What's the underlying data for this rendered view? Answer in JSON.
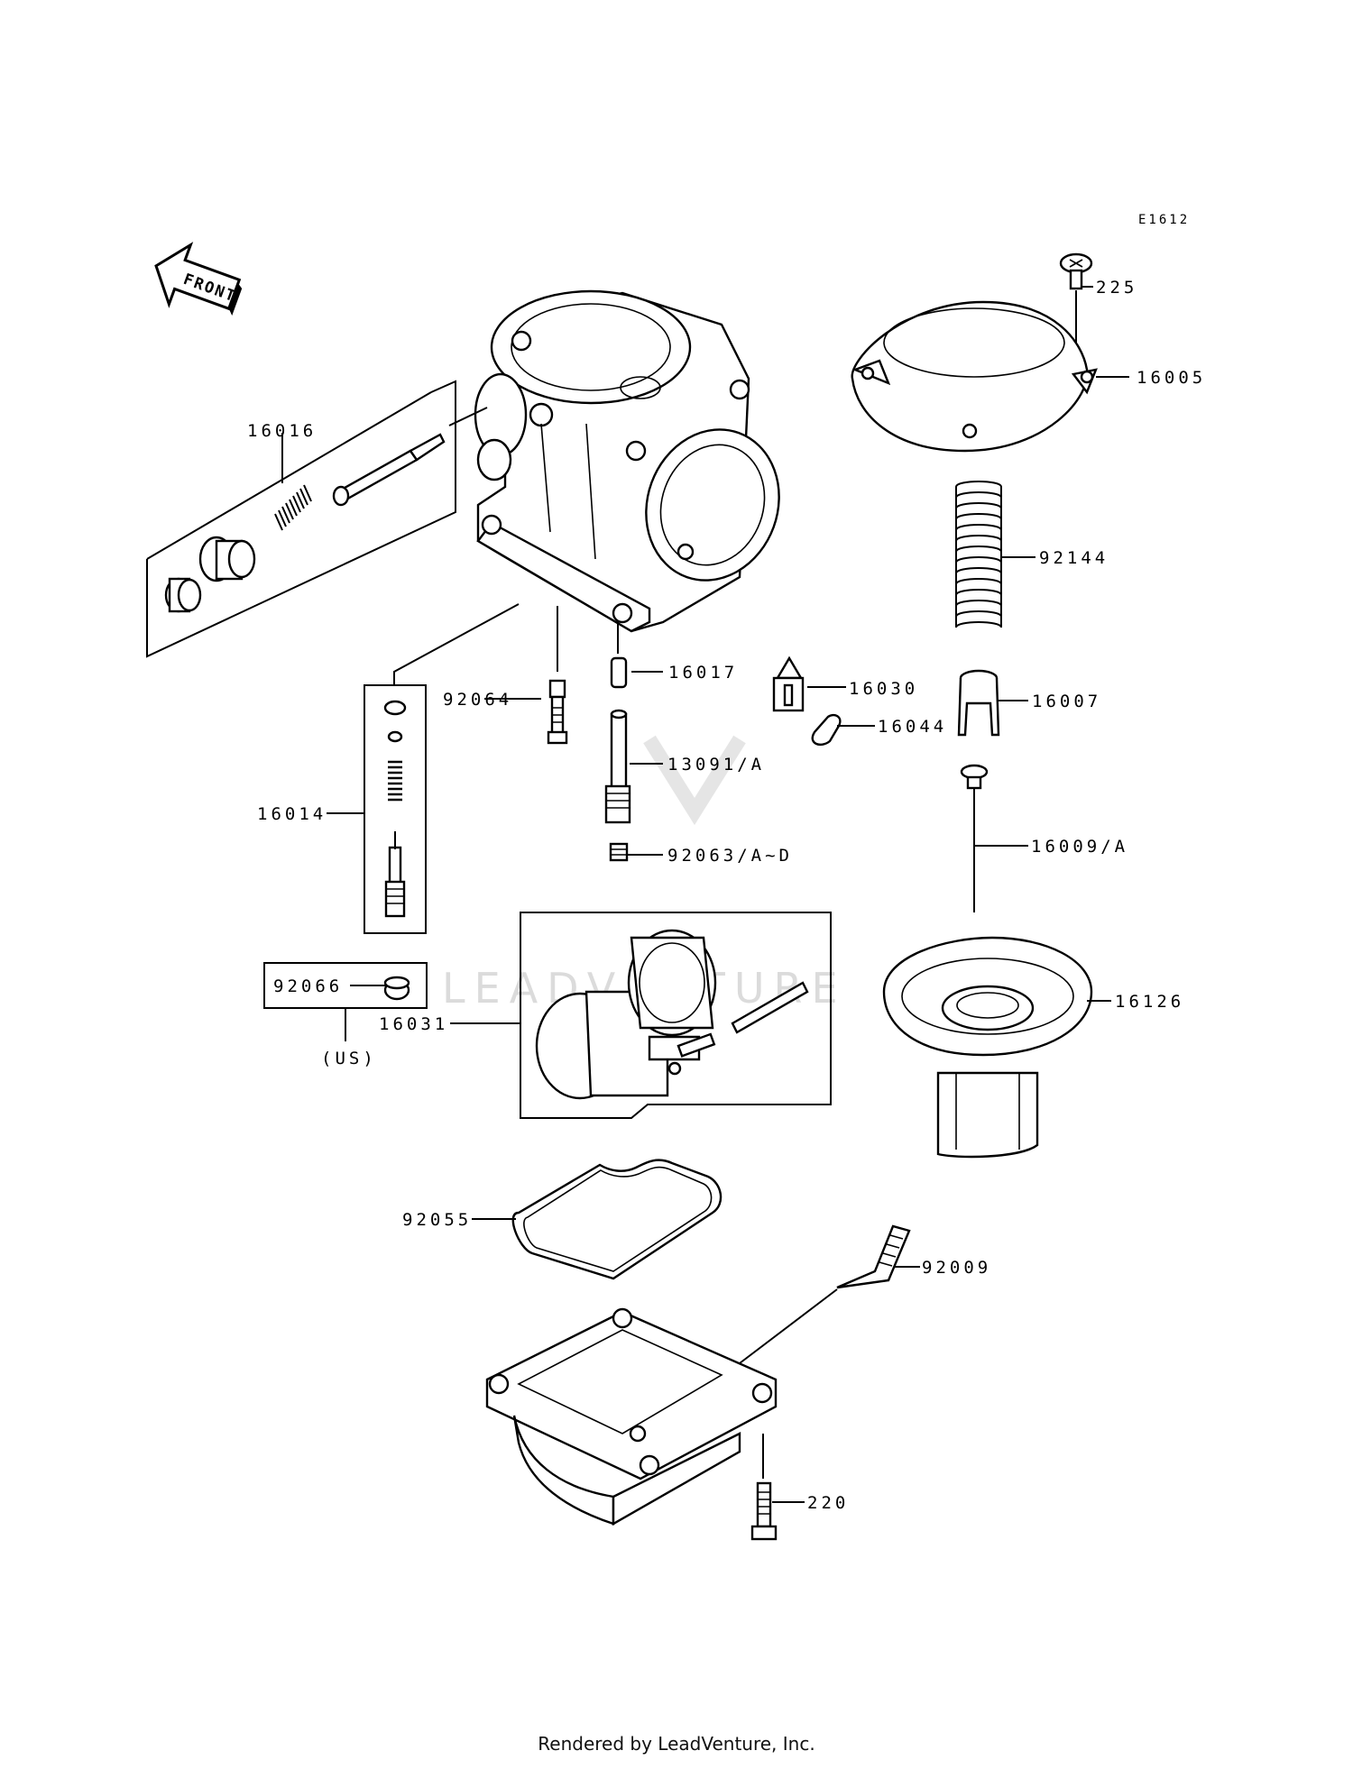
{
  "diagram_code": "E1612",
  "front_label": "FRONT",
  "parts": [
    {
      "id": "p225",
      "number": "225"
    },
    {
      "id": "p16005",
      "number": "16005"
    },
    {
      "id": "p16016",
      "number": "16016"
    },
    {
      "id": "p92144",
      "number": "92144"
    },
    {
      "id": "p16017",
      "number": "16017"
    },
    {
      "id": "p92064",
      "number": "92064"
    },
    {
      "id": "p16030",
      "number": "16030"
    },
    {
      "id": "p16007",
      "number": "16007"
    },
    {
      "id": "p16044",
      "number": "16044"
    },
    {
      "id": "p13091",
      "number": "13091/A"
    },
    {
      "id": "p16014",
      "number": "16014"
    },
    {
      "id": "p16009",
      "number": "16009/A"
    },
    {
      "id": "p92063",
      "number": "92063/A~D"
    },
    {
      "id": "p92066",
      "number": "92066"
    },
    {
      "id": "p16126",
      "number": "16126"
    },
    {
      "id": "p16031",
      "number": "16031"
    },
    {
      "id": "p92055",
      "number": "92055"
    },
    {
      "id": "p92009",
      "number": "92009"
    },
    {
      "id": "p220",
      "number": "220"
    }
  ],
  "us_note": "(US)",
  "watermark": "LEADVENTURE",
  "footer": "Rendered by LeadVenture, Inc."
}
